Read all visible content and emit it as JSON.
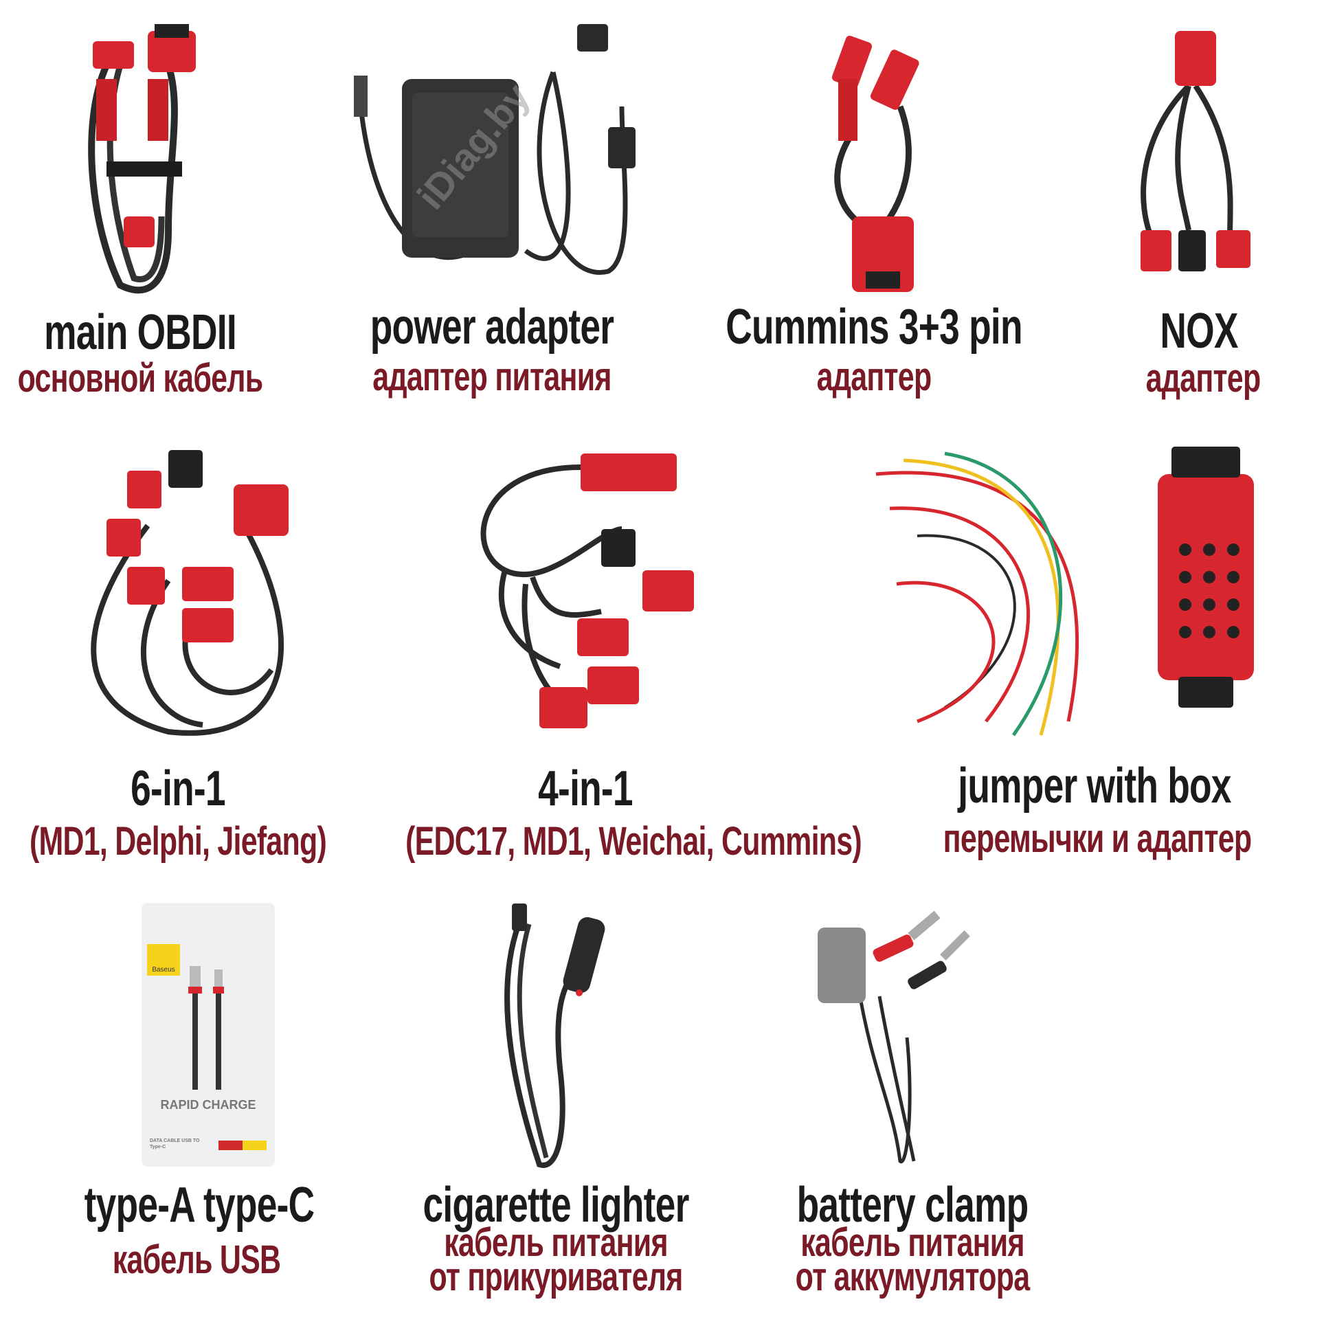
{
  "items": [
    {
      "title": "main OBDII",
      "subtitle": "основной кабель"
    },
    {
      "title": "power adapter",
      "subtitle": "адаптер питания"
    },
    {
      "title": "Cummins 3+3 pin",
      "subtitle": "адаптер"
    },
    {
      "title": "NOX",
      "subtitle": "адаптер"
    },
    {
      "title": "6-in-1",
      "subtitle": "(MD1, Delphi, Jiefang)"
    },
    {
      "title": "4-in-1",
      "subtitle": "(EDC17, MD1, Weichai, Cummins)"
    },
    {
      "title": "jumper with box",
      "subtitle": "перемычки и адаптер"
    },
    {
      "title": "type-A type-C",
      "subtitle": "кабель USB"
    },
    {
      "title": "cigarette lighter",
      "subtitle": "кабель питания",
      "subtitle2": "от прикуривателя"
    },
    {
      "title": "battery clamp",
      "subtitle": "кабель питания",
      "subtitle2": "от аккумулятора"
    }
  ],
  "usb_box": {
    "brand": "Baseus",
    "headline": "RAPID CHARGE",
    "desc": "DATA CABLE USB TO Type-C"
  },
  "watermark": "iDiag.by",
  "colors": {
    "title": "#1b1b1b",
    "subtitle": "#7a1a26",
    "connector_red": "#d8262e",
    "cable_black": "#2a2a2a"
  }
}
